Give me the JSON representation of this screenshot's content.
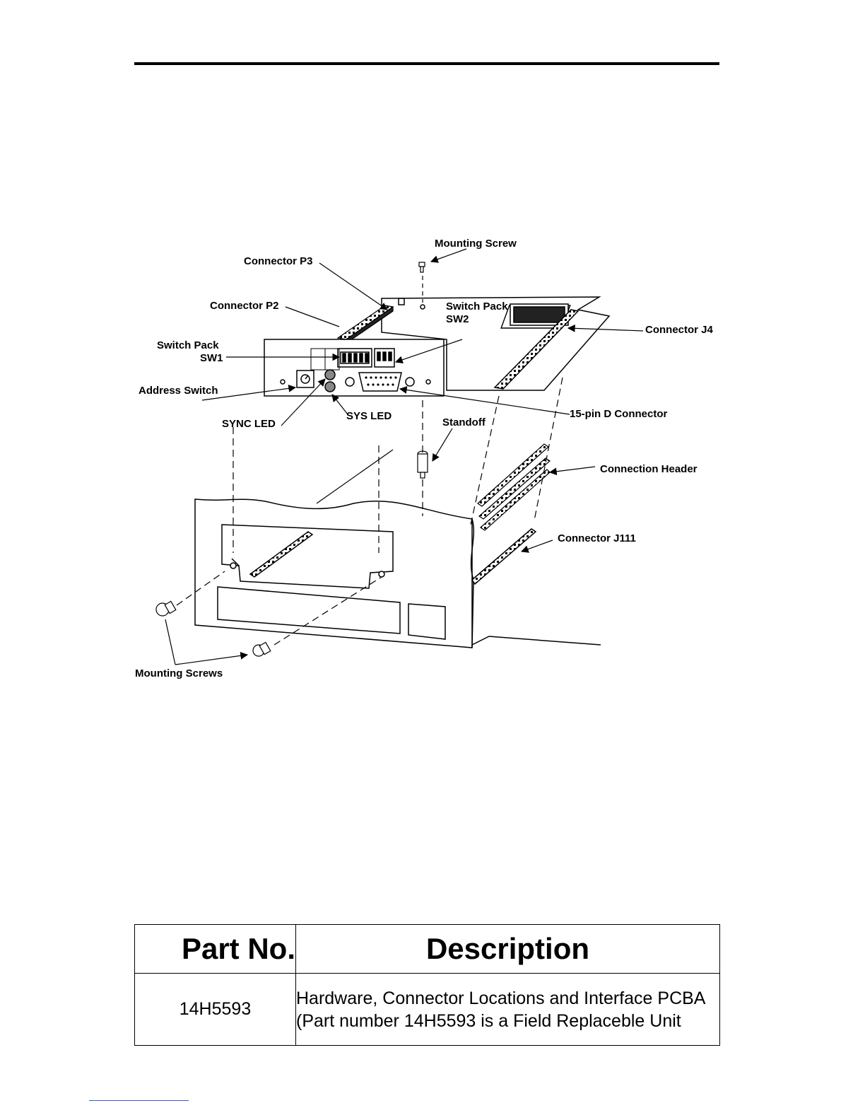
{
  "figure": {
    "labels": {
      "mounting_screw": "Mounting Screw",
      "connector_p3": "Connector P3",
      "connector_p2": "Connector P2",
      "switch_pack_sw2_line1": "Switch Pack",
      "switch_pack_sw2_line2": "SW2",
      "connector_j4": "Connector J4",
      "switch_pack_sw1_line1": "Switch Pack",
      "switch_pack_sw1_line2": "SW1",
      "address_switch": "Address Switch",
      "d_connector": "15-pin D Connector",
      "sync_led": "SYNC LED",
      "sys_led": "SYS LED",
      "standoff": "Standoff",
      "connection_header": "Connection Header",
      "connector_j111": "Connector J111",
      "mounting_screws": "Mounting Screws"
    }
  },
  "table": {
    "headers": {
      "part": "Part No.",
      "description": "Description"
    },
    "rows": [
      {
        "part": "14H5593",
        "description": "Hardware, Connector Locations and Interface PCBA (Part number 14H5593 is a Field Replaceble Unit"
      }
    ]
  }
}
